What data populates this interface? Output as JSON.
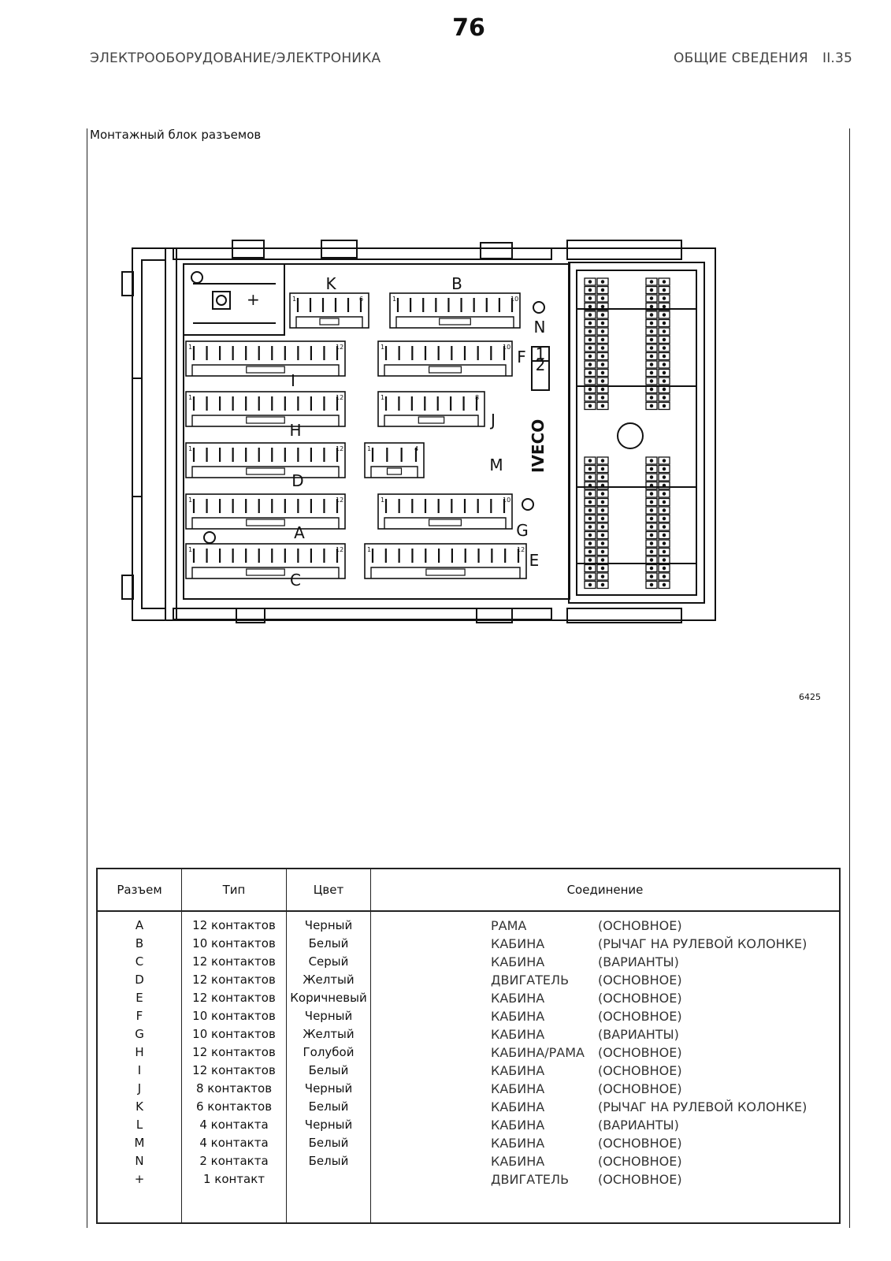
{
  "header": {
    "page_number": "76",
    "left": "ЭЛЕКТРООБОРУДОВАНИЕ/ЭЛЕКТРОНИКА",
    "right": "ОБЩИЕ СВЕДЕНИЯ",
    "page_ref": "II.35"
  },
  "section_title": "Монтажный блок разъемов",
  "figure": {
    "ref": "6425",
    "brand": "IVECO",
    "plus_label": "+",
    "fuse_top": "1",
    "fuse_bottom": "2",
    "connectors": [
      {
        "label": "K",
        "pins": 6,
        "first": "1",
        "last": "6"
      },
      {
        "label": "B",
        "pins": 10,
        "first": "1",
        "last": "10"
      },
      {
        "label": "N"
      },
      {
        "label": "I",
        "pins": 12,
        "first": "1",
        "last": "12"
      },
      {
        "label": "F",
        "pins": 10,
        "first": "1",
        "last": "10"
      },
      {
        "label": "H",
        "pins": 12,
        "first": "1",
        "last": "12"
      },
      {
        "label": "J",
        "pins": 8,
        "first": "1",
        "last": "8"
      },
      {
        "label": "D",
        "pins": 12,
        "first": "1",
        "last": "12"
      },
      {
        "label": "M",
        "pins": 4,
        "first": "1",
        "last": "4"
      },
      {
        "label": "A",
        "pins": 12,
        "first": "1",
        "last": "12"
      },
      {
        "label": "G",
        "pins": 10,
        "first": "1",
        "last": "10"
      },
      {
        "label": "C",
        "pins": 12,
        "first": "1",
        "last": "12"
      },
      {
        "label": "E",
        "pins": 12,
        "first": "1",
        "last": "12"
      }
    ]
  },
  "table": {
    "headers": {
      "conn": "Разъем",
      "type": "Тип",
      "color": "Цвет",
      "join": "Соединение"
    },
    "rows": [
      {
        "conn": "A",
        "type": "12 контактов",
        "color": "Черный",
        "join_a": "РАМА",
        "join_b": "(ОСНОВНОЕ)"
      },
      {
        "conn": "B",
        "type": "10 контактов",
        "color": "Белый",
        "join_a": "КАБИНА",
        "join_b": "(РЫЧАГ НА РУЛЕВОЙ КОЛОНКЕ)"
      },
      {
        "conn": "C",
        "type": "12 контактов",
        "color": "Серый",
        "join_a": "КАБИНА",
        "join_b": "(ВАРИАНТЫ)"
      },
      {
        "conn": "D",
        "type": "12 контактов",
        "color": "Желтый",
        "join_a": "ДВИГАТЕЛЬ",
        "join_b": "(ОСНОВНОЕ)"
      },
      {
        "conn": "E",
        "type": "12 контактов",
        "color": "Коричневый",
        "join_a": "КАБИНА",
        "join_b": "(ОСНОВНОЕ)"
      },
      {
        "conn": "F",
        "type": "10 контактов",
        "color": "Черный",
        "join_a": "КАБИНА",
        "join_b": "(ОСНОВНОЕ)"
      },
      {
        "conn": "G",
        "type": "10 контактов",
        "color": "Желтый",
        "join_a": "КАБИНА",
        "join_b": "(ВАРИАНТЫ)"
      },
      {
        "conn": "H",
        "type": "12 контактов",
        "color": "Голубой",
        "join_a": "КАБИНА/РАМА",
        "join_b": "(ОСНОВНОЕ)"
      },
      {
        "conn": "I",
        "type": "12 контактов",
        "color": "Белый",
        "join_a": "КАБИНА",
        "join_b": "(ОСНОВНОЕ)"
      },
      {
        "conn": "J",
        "type": "8 контактов",
        "color": "Черный",
        "join_a": "КАБИНА",
        "join_b": "(ОСНОВНОЕ)"
      },
      {
        "conn": "K",
        "type": "6 контактов",
        "color": "Белый",
        "join_a": "КАБИНА",
        "join_b": "(РЫЧАГ НА РУЛЕВОЙ КОЛОНКЕ)"
      },
      {
        "conn": "L",
        "type": "4 контакта",
        "color": "Черный",
        "join_a": "КАБИНА",
        "join_b": "(ВАРИАНТЫ)"
      },
      {
        "conn": "M",
        "type": "4 контакта",
        "color": "Белый",
        "join_a": "КАБИНА",
        "join_b": "(ОСНОВНОЕ)"
      },
      {
        "conn": "N",
        "type": "2 контакта",
        "color": "Белый",
        "join_a": "КАБИНА",
        "join_b": "(ОСНОВНОЕ)"
      },
      {
        "conn": "+",
        "type": "1 контакт",
        "color": "",
        "join_a": "ДВИГАТЕЛЬ",
        "join_b": "(ОСНОВНОЕ)"
      }
    ]
  }
}
